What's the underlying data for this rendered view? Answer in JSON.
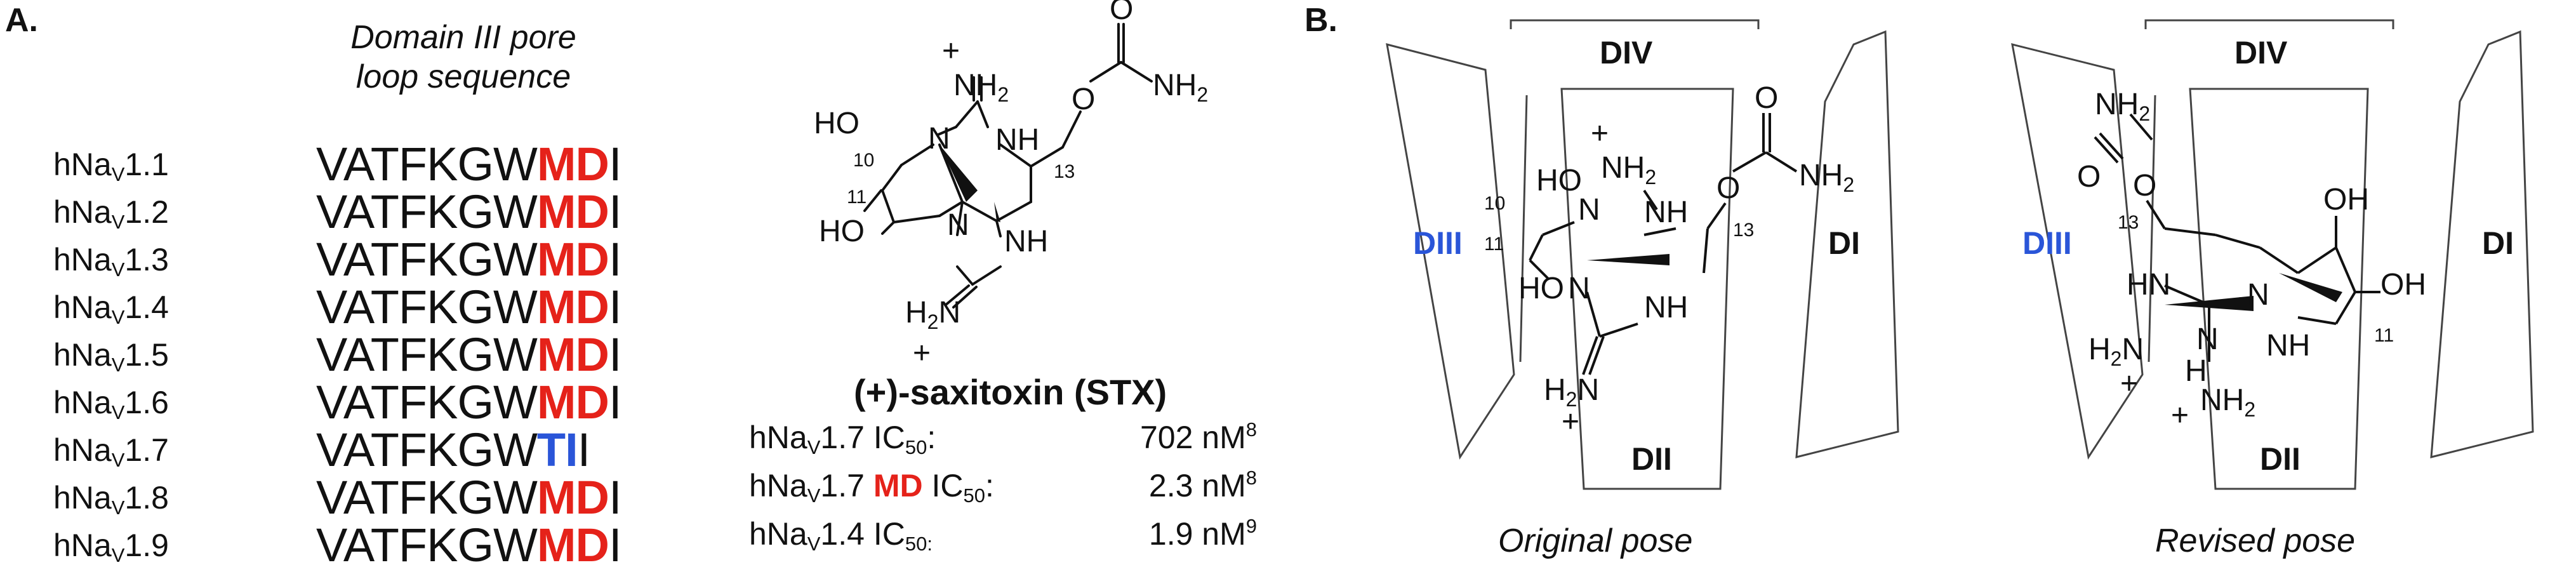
{
  "panel_a": {
    "label": "A.",
    "title_line1": "Domain III pore",
    "title_line2": "loop sequence",
    "rows": [
      {
        "name_pre": "hNa",
        "name_sub": "V",
        "name_post": "1.1",
        "seq_base": "VATFKGW",
        "seq_mark": "MD",
        "seq_end": "I",
        "mark_color": "red"
      },
      {
        "name_pre": "hNa",
        "name_sub": "V",
        "name_post": "1.2",
        "seq_base": "VATFKGW",
        "seq_mark": "MD",
        "seq_end": "I",
        "mark_color": "red"
      },
      {
        "name_pre": "hNa",
        "name_sub": "V",
        "name_post": "1.3",
        "seq_base": "VATFKGW",
        "seq_mark": "MD",
        "seq_end": "I",
        "mark_color": "red"
      },
      {
        "name_pre": "hNa",
        "name_sub": "V",
        "name_post": "1.4",
        "seq_base": "VATFKGW",
        "seq_mark": "MD",
        "seq_end": "I",
        "mark_color": "red"
      },
      {
        "name_pre": "hNa",
        "name_sub": "V",
        "name_post": "1.5",
        "seq_base": "VATFKGW",
        "seq_mark": "MD",
        "seq_end": "I",
        "mark_color": "red"
      },
      {
        "name_pre": "hNa",
        "name_sub": "V",
        "name_post": "1.6",
        "seq_base": "VATFKGW",
        "seq_mark": "MD",
        "seq_end": "I",
        "mark_color": "red"
      },
      {
        "name_pre": "hNa",
        "name_sub": "V",
        "name_post": "1.7",
        "seq_base": "VATFKGW",
        "seq_mark": "TI",
        "seq_end": "I",
        "mark_color": "blue"
      },
      {
        "name_pre": "hNa",
        "name_sub": "V",
        "name_post": "1.8",
        "seq_base": "VATFKGW",
        "seq_mark": "MD",
        "seq_end": "I",
        "mark_color": "red"
      },
      {
        "name_pre": "hNa",
        "name_sub": "V",
        "name_post": "1.9",
        "seq_base": "VATFKGW",
        "seq_mark": "MD",
        "seq_end": "I",
        "mark_color": "red"
      }
    ],
    "colors": {
      "red": "#e5221a",
      "blue": "#2a55d8"
    },
    "structure_labels": {
      "plus": "+",
      "nh2": "NH",
      "nh2_sub": "2",
      "nh": "NH",
      "n": "N",
      "ho": "HO",
      "o": "O",
      "h2n_h": "H",
      "h2n_sub": "2",
      "h2n_n": "N",
      "num10": "10",
      "num11": "11",
      "num13": "13"
    },
    "compound_name": "(+)-saxitoxin (STX)",
    "ic50": [
      {
        "pre": "hNa",
        "sub": "V",
        "post": "1.7",
        "mut": "",
        "label_main": "IC",
        "label_sub": "50",
        "label_tail": ":",
        "value": "702 nM",
        "ref": "8"
      },
      {
        "pre": "hNa",
        "sub": "V",
        "post": "1.7",
        "mut": "MD",
        "label_main": "IC",
        "label_sub": "50",
        "label_tail": ":",
        "value": "2.3 nM",
        "ref": "8"
      },
      {
        "pre": "hNa",
        "sub": "V",
        "post": "1.4",
        "mut": "",
        "label_main": "IC",
        "label_sub": "50:",
        "label_tail": "",
        "value": "1.9 nM",
        "ref": "9"
      }
    ]
  },
  "panel_b": {
    "label": "B.",
    "left_pose": {
      "caption": "Original pose",
      "domains": {
        "DI": "DI",
        "DII": "DII",
        "DIII": "DIII",
        "DIV": "DIV"
      },
      "atoms": {
        "plus": "+",
        "nh2": "NH",
        "nh2_sub": "2",
        "nh": "NH",
        "n": "N",
        "ho": "HO",
        "o": "O",
        "h2n_h": "H",
        "h2n_sub": "2",
        "h2n_n": "N",
        "num10": "10",
        "num11": "11",
        "num13": "13"
      }
    },
    "right_pose": {
      "caption": "Revised pose",
      "domains": {
        "DI": "DI",
        "DII": "DII",
        "DIII": "DIII",
        "DIV": "DIV"
      },
      "atoms": {
        "plus": "+",
        "nh2": "NH",
        "nh2_sub": "2",
        "hn": "HN",
        "nh": "NH",
        "n": "N",
        "oh": "OH",
        "o": "O",
        "h": "H",
        "h2n_h": "H",
        "h2n_sub": "2",
        "h2n_n": "N",
        "num11": "11",
        "num13": "13"
      }
    },
    "diii_color": "#2a55d8",
    "panel_color": "#444444"
  }
}
